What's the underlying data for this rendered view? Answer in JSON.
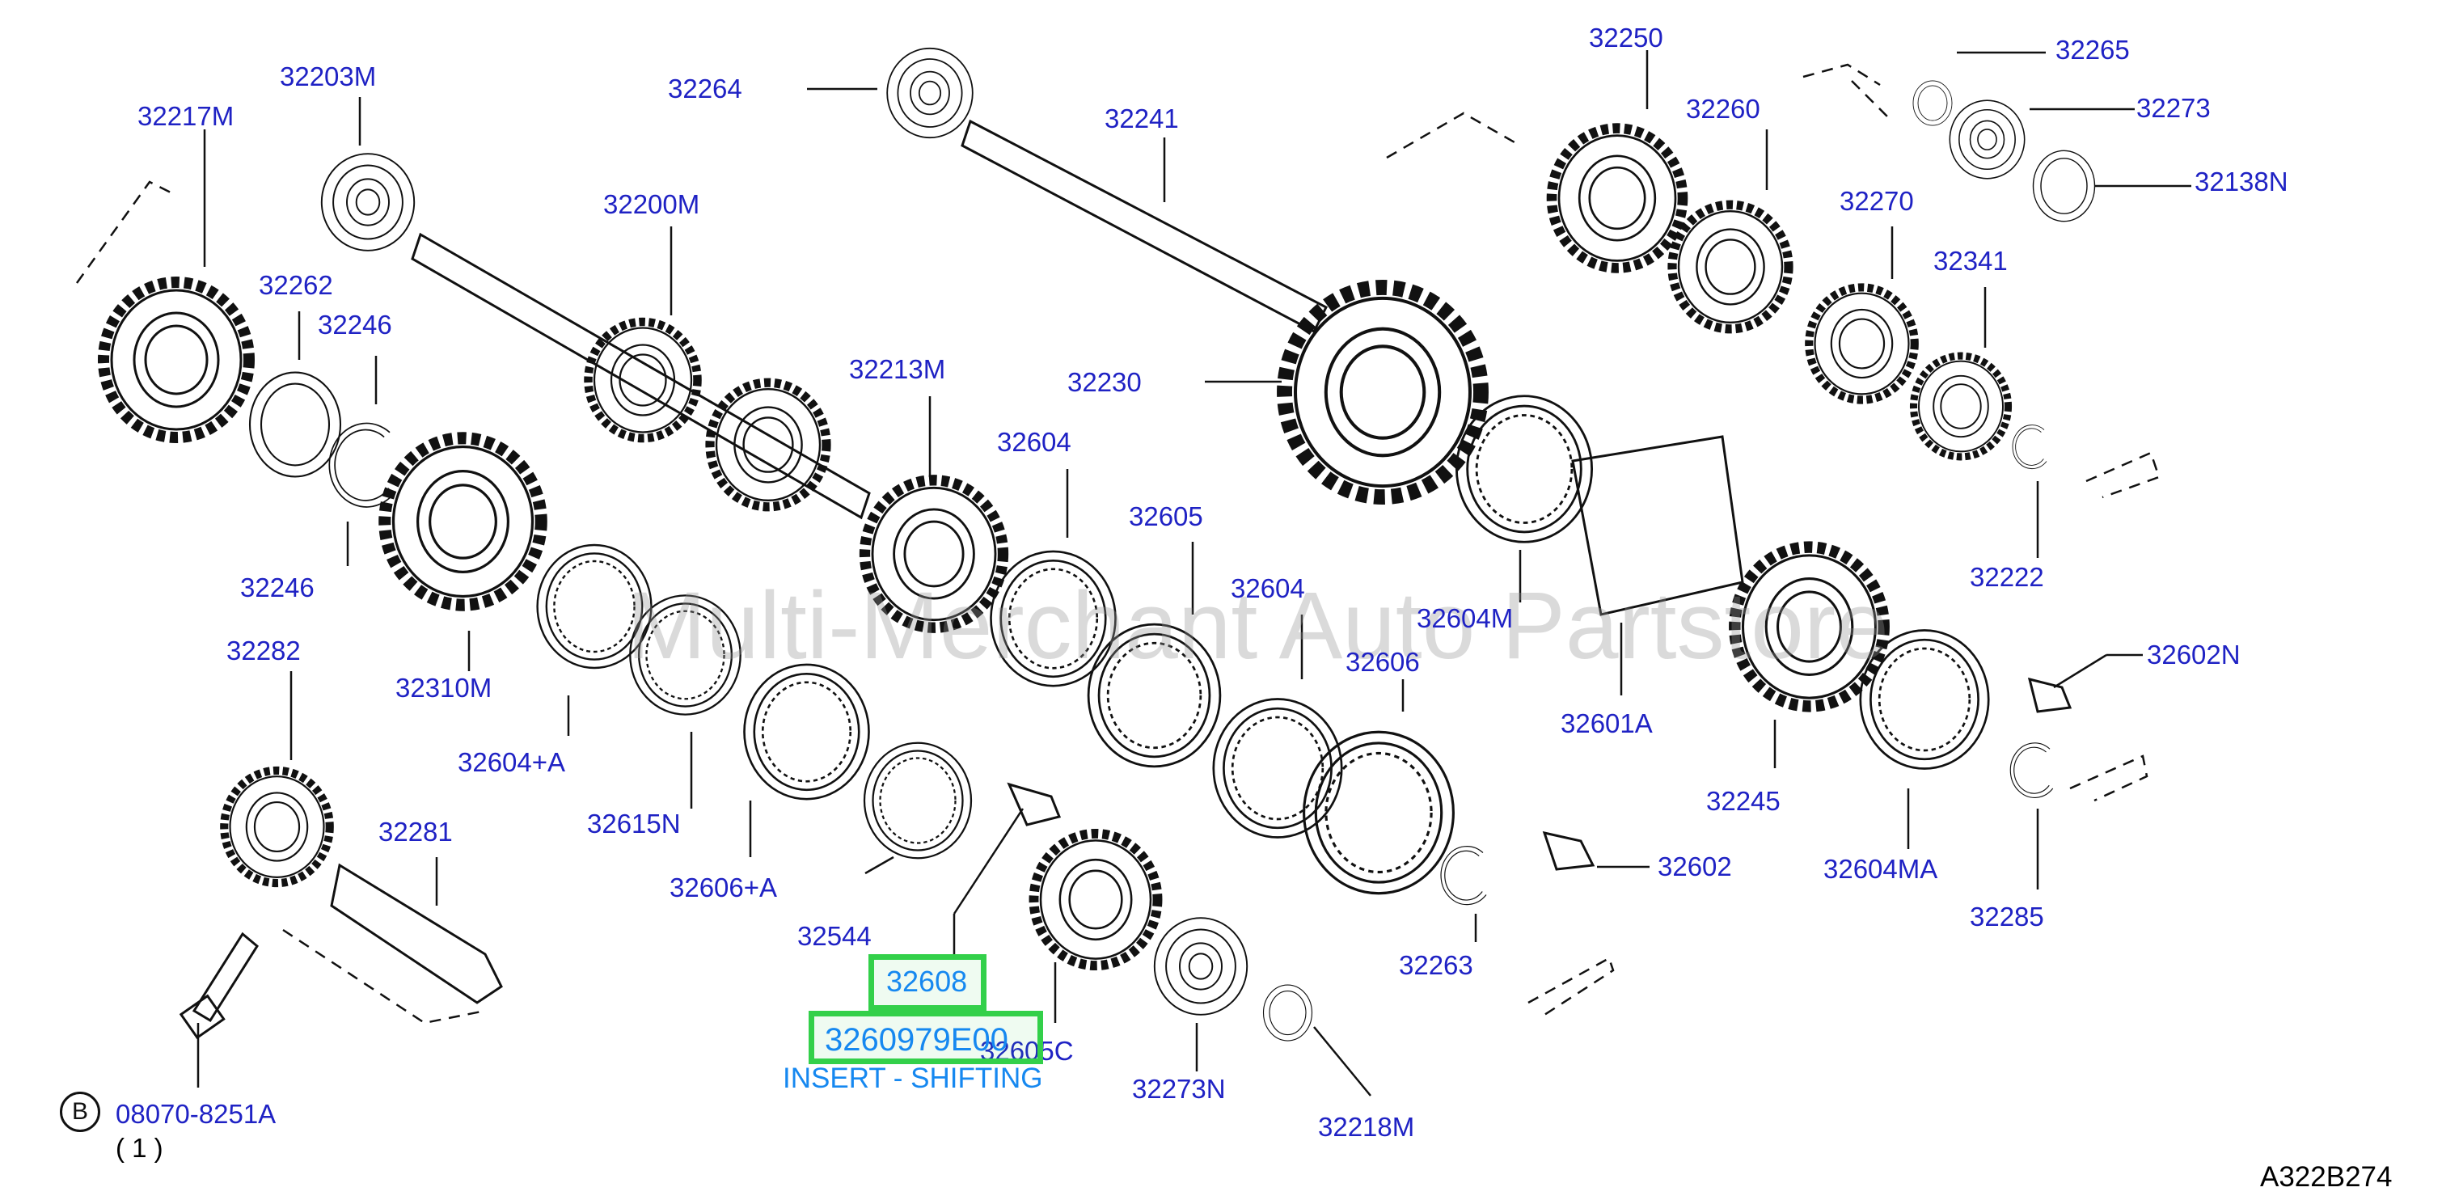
{
  "diagram": {
    "code": "A322B274",
    "watermark": "Multi-Merchant Auto Partstore",
    "bolt_marker": "B",
    "bolt_part": "08070-8251A",
    "bolt_qty": "( 1 )"
  },
  "highlight": {
    "part": "32608",
    "part_number": "3260979E00",
    "description": "INSERT - SHIFTING"
  },
  "labels": {
    "p32217M": "32217M",
    "p32203M": "32203M",
    "p32264": "32264",
    "p32241": "32241",
    "p32250": "32250",
    "p32265": "32265",
    "p32260": "32260",
    "p32273": "32273",
    "p32138N": "32138N",
    "p32200M": "32200M",
    "p32262": "32262",
    "p32246a": "32246",
    "p32246b": "32246",
    "p32213M": "32213M",
    "p32230": "32230",
    "p32270": "32270",
    "p32341": "32341",
    "p32604a": "32604",
    "p32605": "32605",
    "p32604b": "32604",
    "p32604M": "32604M",
    "p32222": "32222",
    "p32282": "32282",
    "p32310M": "32310M",
    "p32606": "32606",
    "p32602N": "32602N",
    "p32604A": "32604+A",
    "p32601A": "32601A",
    "p32615N": "32615N",
    "p32245": "32245",
    "p32281": "32281",
    "p32606A": "32606+A",
    "p32602": "32602",
    "p32604MA": "32604MA",
    "p32544": "32544",
    "p32285": "32285",
    "p32263": "32263",
    "p32605C": "32605C",
    "p32273N": "32273N",
    "p32218M": "32218M"
  }
}
